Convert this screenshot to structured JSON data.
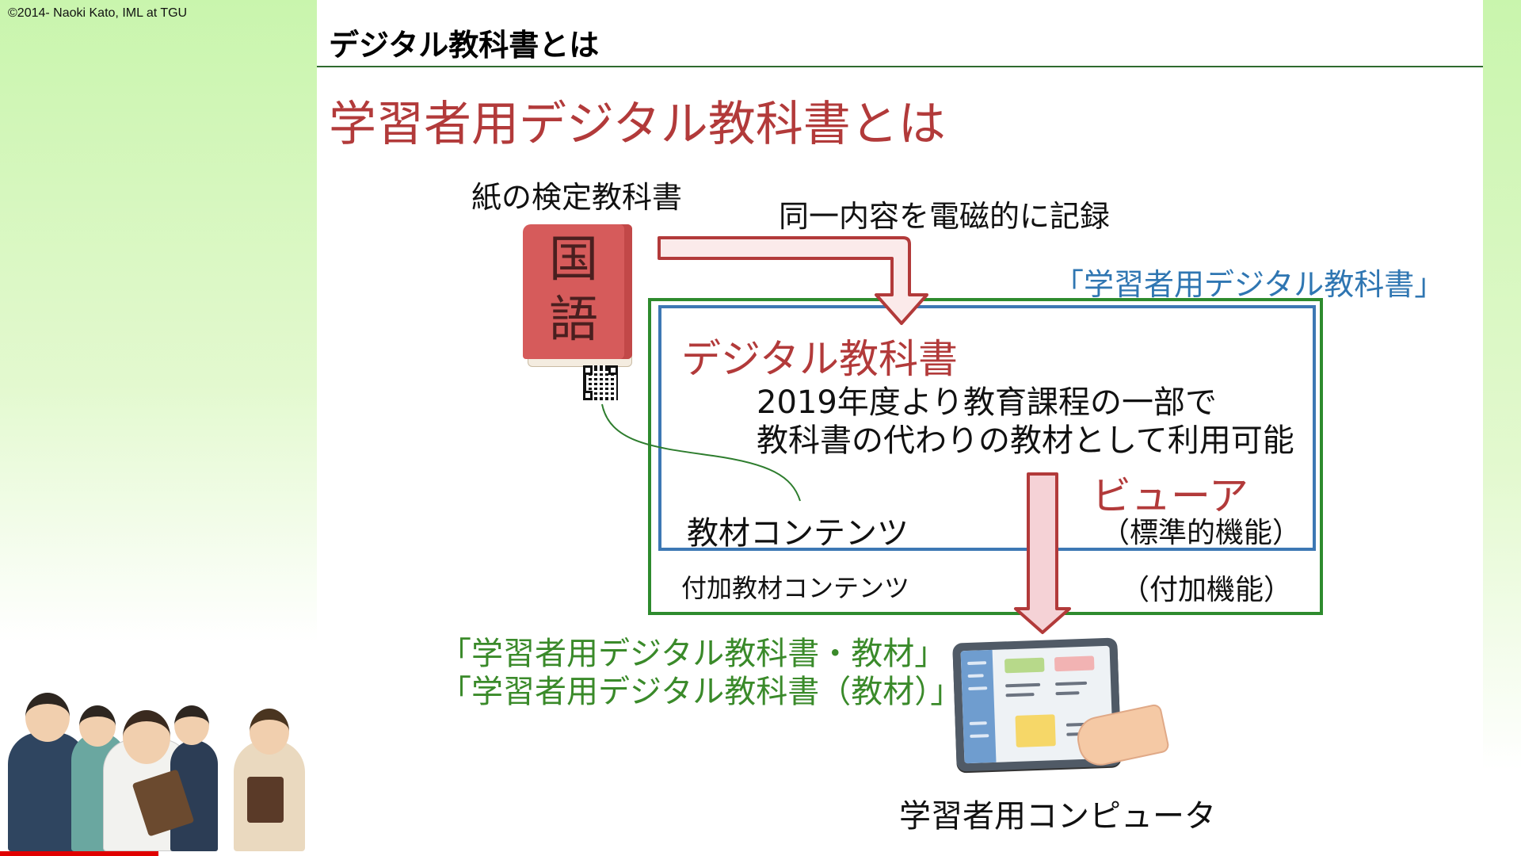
{
  "copyright": "©2014- Naoki Kato, IML at TGU",
  "header": {
    "title": "デジタル教科書とは"
  },
  "main_title": "学習者用デジタル教科書とは",
  "diagram": {
    "paper_book_label": "紙の検定教科書",
    "record_label": "同一内容を電磁的に記録",
    "learner_digital_book_label": "「学習者用デジタル教科書」",
    "digital_book_label": "デジタル教科書",
    "since_2019_line": "2019年度より教育課程の一部で",
    "substitute_line": "教科書の代わりの教材として利用可能",
    "content_label": "教材コンテンツ",
    "viewer_label": "ビューア",
    "standard_function_label": "（標準的機能）",
    "supplementary_content_label": "付加教材コンテンツ",
    "supplementary_function_label": "（付加機能）",
    "material_label_1": "「学習者用デジタル教科書・教材」",
    "material_label_2": "「学習者用デジタル教科書（教材）」",
    "computer_label": "学習者用コンピュータ",
    "book_cover_chars": [
      "国",
      "語"
    ]
  },
  "colors": {
    "accent_red": "#b23a3a",
    "accent_blue": "#3d78b4",
    "accent_green": "#2e8b2e",
    "header_rule": "#2f6b2f",
    "progress_red": "#e00000"
  },
  "icons": [
    "textbook-icon",
    "qr-code-icon",
    "tablet-icon",
    "students-illustration"
  ]
}
